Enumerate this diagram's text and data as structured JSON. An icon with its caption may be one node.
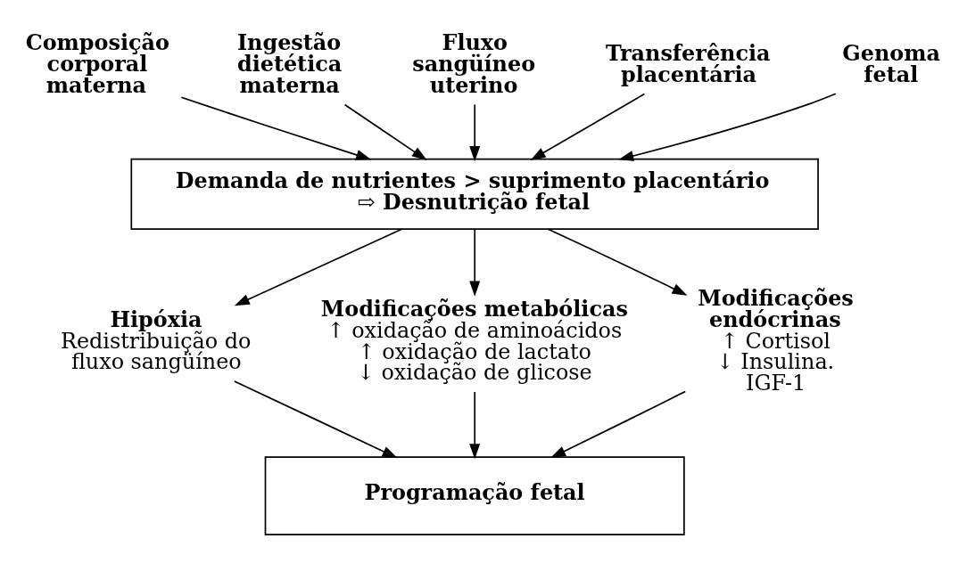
{
  "diagram": {
    "nodes": [
      {
        "text": [
          "Composição corporal materna"
        ]
      },
      {
        "text": [
          "Ingestão dietética materna"
        ]
      },
      {
        "text": [
          "Fluxo sangüíneo uterino"
        ]
      },
      {
        "text": [
          "Transferência placentária"
        ]
      },
      {
        "text": [
          "Genoma fetal"
        ]
      },
      {
        "text": [
          "Demanda de nutrientes > suprimento placentário",
          "⇨ Desnutrição fetal"
        ]
      },
      {
        "text": [
          "Hipóxia",
          "Redistribuição do fluxo sangüíneo"
        ]
      },
      {
        "text": [
          "Modificações metabólicas",
          "↑ oxidação de aminoácidos",
          "↑ oxidação de lactato",
          "↓ oxidação de glicose"
        ]
      },
      {
        "text": [
          "Modificações endócrinas",
          "↑ Cortisol",
          "↓ Insulina. IGF-1"
        ]
      },
      {
        "text": [
          "Programação fetal"
        ]
      }
    ],
    "edges": [
      {
        "from": 0,
        "to": 5,
        "arrow": "to"
      },
      {
        "from": 1,
        "to": 5,
        "arrow": "to"
      },
      {
        "from": 2,
        "to": 5,
        "arrow": "to"
      },
      {
        "from": 3,
        "to": 5,
        "arrow": "to"
      },
      {
        "from": 4,
        "to": 5,
        "arrow": "to"
      },
      {
        "from": 5,
        "to": 6,
        "arrow": "to"
      },
      {
        "from": 5,
        "to": 7,
        "arrow": "to"
      },
      {
        "from": 5,
        "to": 8,
        "arrow": "to"
      },
      {
        "from": 6,
        "to": 9,
        "arrow": "to"
      },
      {
        "from": 7,
        "to": 9,
        "arrow": "to"
      },
      {
        "from": 8,
        "to": 9,
        "arrow": "to"
      }
    ]
  }
}
